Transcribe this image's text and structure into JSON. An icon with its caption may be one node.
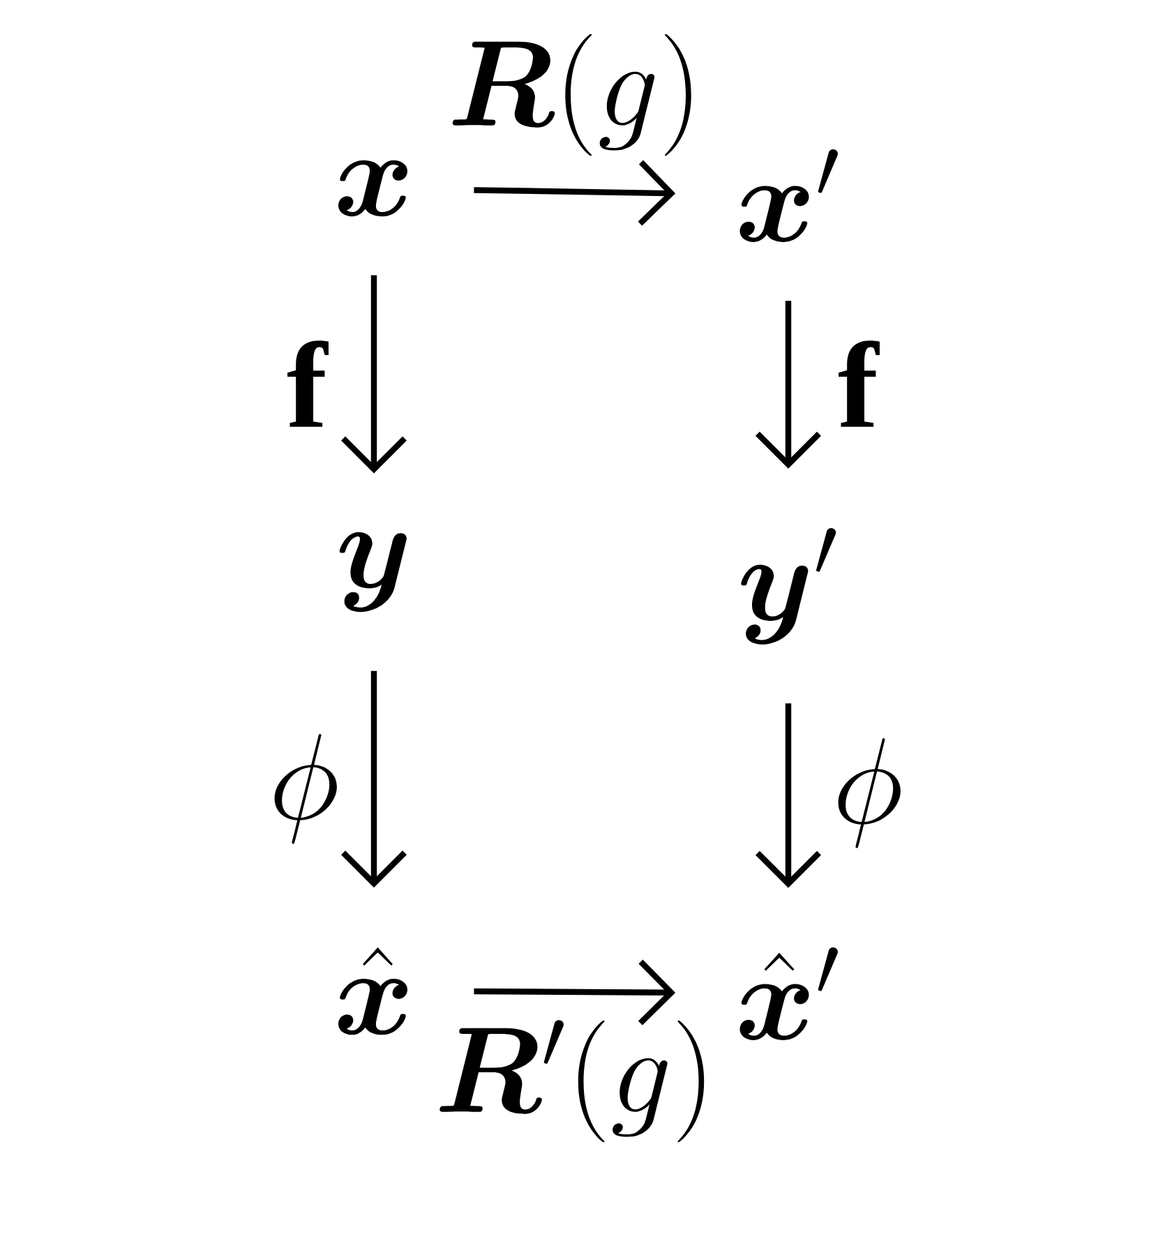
{
  "diagram": {
    "nodes": [
      {
        "text": [
          "\\boldsymbol{x}"
        ]
      },
      {
        "text": [
          "\\boldsymbol{x}'"
        ]
      },
      {
        "text": [
          "\\boldsymbol{y}"
        ]
      },
      {
        "text": [
          "\\boldsymbol{y}'"
        ]
      },
      {
        "text": [
          "\\hat{\\boldsymbol{x}}"
        ]
      },
      {
        "text": [
          "\\hat{\\boldsymbol{x}}'"
        ]
      }
    ],
    "edges": [
      {
        "from": 0,
        "to": 1,
        "arrow": "to",
        "label": "\\boldsymbol{R}(g)"
      },
      {
        "from": 0,
        "to": 2,
        "arrow": "to",
        "label": "\\mathbf{f}"
      },
      {
        "from": 1,
        "to": 3,
        "arrow": "to",
        "label": "\\mathbf{f}"
      },
      {
        "from": 2,
        "to": 4,
        "arrow": "to",
        "label": "\\phi"
      },
      {
        "from": 3,
        "to": 5,
        "arrow": "to",
        "label": "\\phi"
      },
      {
        "from": 4,
        "to": 5,
        "arrow": "to",
        "label": "\\boldsymbol{R}'(g)"
      }
    ]
  }
}
